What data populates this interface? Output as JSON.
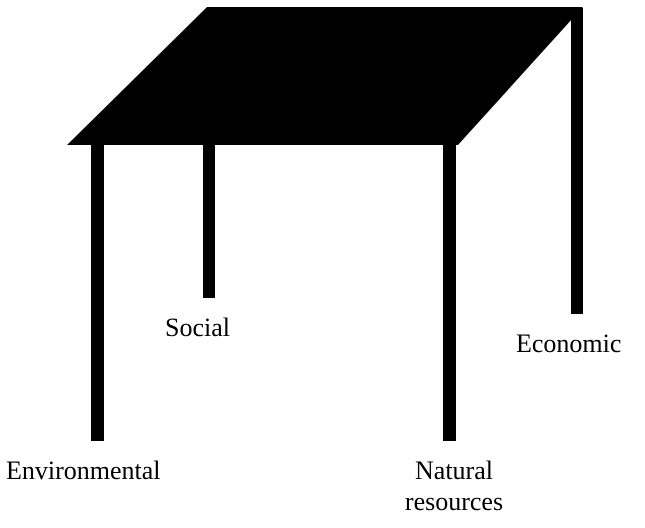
{
  "diagram": {
    "legs": {
      "environmental": "Environmental",
      "social": "Social",
      "economic": "Economic",
      "natural_resources_line1": "Natural",
      "natural_resources_line2": "resources"
    },
    "colors": {
      "ink": "#000000",
      "background": "#ffffff"
    }
  }
}
